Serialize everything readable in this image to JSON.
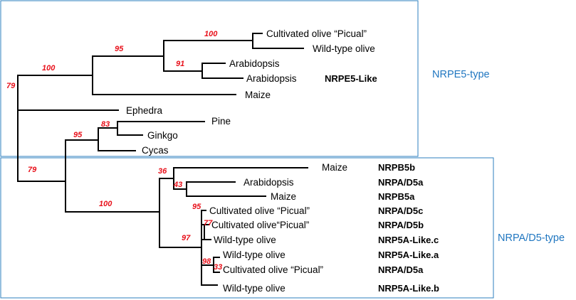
{
  "groups": {
    "upper": "NRPE5-type",
    "lower": "NRPA/D5-type"
  },
  "colors": {
    "box": "#2e7fbf",
    "group_label": "#1f76c0",
    "bootstrap": "#e8101a",
    "branch": "#000000"
  },
  "leaves": [
    {
      "label": "Cultivated olive “Picual”",
      "tag": ""
    },
    {
      "label": "Wild-type olive",
      "tag": ""
    },
    {
      "label": "Arabidopsis",
      "tag": ""
    },
    {
      "label": "Arabidopsis",
      "tag": "NRPE5-Like"
    },
    {
      "label": "Maize",
      "tag": ""
    },
    {
      "label": "Ephedra",
      "tag": ""
    },
    {
      "label": "Pine",
      "tag": ""
    },
    {
      "label": "Ginkgo",
      "tag": ""
    },
    {
      "label": "Cycas",
      "tag": ""
    },
    {
      "label": "Maize",
      "tag": "NRPB5b"
    },
    {
      "label": "Arabidopsis",
      "tag": "NRPA/D5a"
    },
    {
      "label": "Maize",
      "tag": "NRPB5a"
    },
    {
      "label": "Cultivated olive “Picual”",
      "tag": "NRPA/D5c"
    },
    {
      "label": "Cultivated olive“Picual”",
      "tag": "NRPA/D5b"
    },
    {
      "label": "Wild-type olive",
      "tag": "NRP5A-Like.c"
    },
    {
      "label": "Wild-type olive",
      "tag": "NRP5A-Like.a"
    },
    {
      "label": "Cultivated olive “Picual”",
      "tag": "NRPA/D5a"
    },
    {
      "label": "Wild-type olive",
      "tag": "NRP5A-Like.b"
    }
  ],
  "bootstrap": [
    "100",
    "95",
    "91",
    "100",
    "79",
    "95",
    "83",
    "79",
    "36",
    "43",
    "100",
    "95",
    "77",
    "97",
    "98",
    "33"
  ]
}
